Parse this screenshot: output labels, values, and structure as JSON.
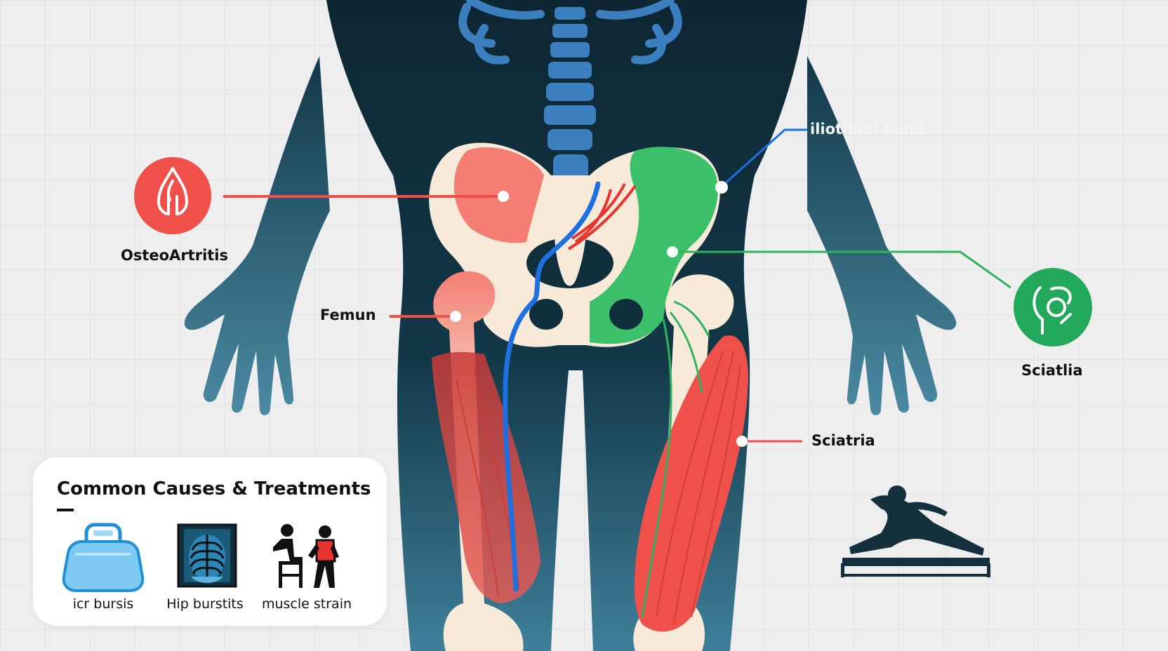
{
  "labels": {
    "iliotibial": "iliotibial band",
    "osteoarthritis": "OsteoArtritis",
    "femur": "Femun",
    "sciatica_right": "Sciatlia",
    "sciatica_leg": "Sciatria"
  },
  "panel": {
    "title": "Common Causes & Treatments",
    "items": [
      {
        "caption": "icr bursis",
        "icon": "ice-pack-icon"
      },
      {
        "caption": "Hip burstits",
        "icon": "xray-icon"
      },
      {
        "caption": "muscle strain",
        "icon": "physio-icon"
      }
    ]
  },
  "icons": {
    "osteo_badge": "flame-icon",
    "sciatica_badge": "nerve-icon",
    "stretch": "stretching-person-icon"
  },
  "colors": {
    "body": "#0f2f3c",
    "spine": "#3b7fbf",
    "red": "#f0504a",
    "green": "#3cc06a",
    "blue_line": "#1e6fe0",
    "bone": "#f7ead8"
  }
}
